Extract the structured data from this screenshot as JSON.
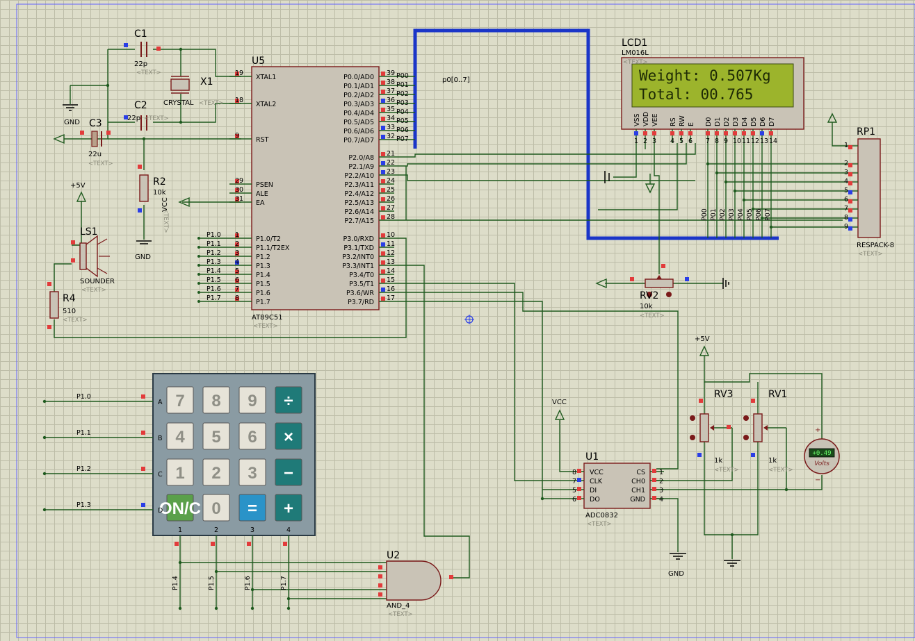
{
  "mcu": {
    "ref": "U5",
    "part": "AT89C51",
    "text": "<TEXT>",
    "left_pins": [
      {
        "name": "XTAL1",
        "num": "19"
      },
      {
        "name": "XTAL2",
        "num": "18"
      },
      {
        "name": "RST",
        "num": "9"
      },
      {
        "name": "PSEN",
        "num": "29"
      },
      {
        "name": "ALE",
        "num": "30"
      },
      {
        "name": "EA",
        "num": "31"
      },
      {
        "name": "P1.0/T2",
        "num": "1"
      },
      {
        "name": "P1.1/T2EX",
        "num": "2"
      },
      {
        "name": "P1.2",
        "num": "3"
      },
      {
        "name": "P1.3",
        "num": "4"
      },
      {
        "name": "P1.4",
        "num": "5"
      },
      {
        "name": "P1.5",
        "num": "6"
      },
      {
        "name": "P1.6",
        "num": "7"
      },
      {
        "name": "P1.7",
        "num": "8"
      }
    ],
    "p0_pins": [
      {
        "name": "P0.0/AD0",
        "num": "39",
        "net": "P00"
      },
      {
        "name": "P0.1/AD1",
        "num": "38",
        "net": "P01"
      },
      {
        "name": "P0.2/AD2",
        "num": "37",
        "net": "P02"
      },
      {
        "name": "P0.3/AD3",
        "num": "36",
        "net": "P03"
      },
      {
        "name": "P0.4/AD4",
        "num": "35",
        "net": "P04"
      },
      {
        "name": "P0.5/AD5",
        "num": "34",
        "net": "P05"
      },
      {
        "name": "P0.6/AD6",
        "num": "33",
        "net": "P06"
      },
      {
        "name": "P0.7/AD7",
        "num": "32",
        "net": "P07"
      }
    ],
    "p2_pins": [
      {
        "name": "P2.0/A8",
        "num": "21"
      },
      {
        "name": "P2.1/A9",
        "num": "22"
      },
      {
        "name": "P2.2/A10",
        "num": "23"
      },
      {
        "name": "P2.3/A11",
        "num": "24"
      },
      {
        "name": "P2.4/A12",
        "num": "25"
      },
      {
        "name": "P2.5/A13",
        "num": "26"
      },
      {
        "name": "P2.6/A14",
        "num": "27"
      },
      {
        "name": "P2.7/A15",
        "num": "28"
      }
    ],
    "p3_pins": [
      {
        "name": "P3.0/RXD",
        "num": "10"
      },
      {
        "name": "P3.1/TXD",
        "num": "11"
      },
      {
        "name": "P3.2/INT0",
        "num": "12"
      },
      {
        "name": "P3.3/INT1",
        "num": "13"
      },
      {
        "name": "P3.4/T0",
        "num": "14"
      },
      {
        "name": "P3.5/T1",
        "num": "15"
      },
      {
        "name": "P3.6/WR",
        "num": "16"
      },
      {
        "name": "P3.7/RD",
        "num": "17"
      }
    ],
    "p1_nets": [
      "P1.0",
      "P1.1",
      "P1.2",
      "P1.3",
      "P1.4",
      "P1.5",
      "P1.6",
      "P1.7"
    ]
  },
  "bus_label": "p0[0..7]",
  "lcd": {
    "ref": "LCD1",
    "part": "LM016L",
    "text": "<TEXT>",
    "line1": "Weight: 0.507Kg",
    "line2": "Total: 00.765",
    "pins": [
      "VSS",
      "VDD",
      "VEE",
      "RS",
      "RW",
      "E",
      "D0",
      "D1",
      "D2",
      "D3",
      "D4",
      "D5",
      "D6",
      "D7"
    ],
    "pin_nums": [
      "1",
      "2",
      "3",
      "4",
      "5",
      "6",
      "7",
      "8",
      "9",
      "10",
      "11",
      "12",
      "13",
      "14"
    ]
  },
  "rp1": {
    "ref": "RP1",
    "part": "RESPACK-8",
    "text": "<TEXT>",
    "pins": [
      "1",
      "2",
      "3",
      "4",
      "5",
      "6",
      "7",
      "8",
      "9"
    ],
    "nets": [
      "P00",
      "P01",
      "P02",
      "P03",
      "P04",
      "P05",
      "P06",
      "P07"
    ]
  },
  "c1": {
    "ref": "C1",
    "val": "22p",
    "text": "<TEXT>"
  },
  "c2": {
    "ref": "C2",
    "val": "22p",
    "text": "<TEXT>"
  },
  "c3": {
    "ref": "C3",
    "val": "22u",
    "text": "<TEXT>"
  },
  "x1": {
    "ref": "X1",
    "val": "CRYSTAL",
    "text": "<TEXT>"
  },
  "r2": {
    "ref": "R2",
    "val": "10k",
    "text": "<TEXT>"
  },
  "r4": {
    "ref": "R4",
    "val": "510",
    "text": "<TEXT>"
  },
  "ls1": {
    "ref": "LS1",
    "val": "SOUNDER",
    "text": "<TEXT>"
  },
  "rv2": {
    "ref": "RV2",
    "val": "10k",
    "text": "<TEXT>"
  },
  "rv3": {
    "ref": "RV3",
    "val": "1k",
    "text": "<TEXT>"
  },
  "rv1": {
    "ref": "RV1",
    "val": "1k",
    "text": "<TEXT>"
  },
  "adc": {
    "ref": "U1",
    "part": "ADC0832",
    "text": "<TEXT>",
    "left_pins": [
      {
        "name": "VCC",
        "num": "8"
      },
      {
        "name": "CLK",
        "num": "7"
      },
      {
        "name": "DI",
        "num": "5"
      },
      {
        "name": "DO",
        "num": "6"
      }
    ],
    "right_pins": [
      {
        "name": "CS",
        "num": "1"
      },
      {
        "name": "CH0",
        "num": "2"
      },
      {
        "name": "CH1",
        "num": "3"
      },
      {
        "name": "GND",
        "num": "4"
      }
    ]
  },
  "and4": {
    "ref": "U2",
    "part": "AND_4",
    "text": "<TEXT>"
  },
  "voltmeter": {
    "value": "+0.49",
    "unit": "Volts",
    "plus": "+",
    "minus": "−"
  },
  "keypad": {
    "rows": [
      "A",
      "B",
      "C",
      "D"
    ],
    "cols": [
      "1",
      "2",
      "3",
      "4"
    ],
    "row_nets": [
      "P1.0",
      "P1.1",
      "P1.2",
      "P1.3"
    ],
    "col_nets": [
      "P1.4",
      "P1.5",
      "P1.6",
      "P1.7"
    ],
    "keys": [
      [
        "7",
        "8",
        "9",
        "÷"
      ],
      [
        "4",
        "5",
        "6",
        "×"
      ],
      [
        "1",
        "2",
        "3",
        "−"
      ],
      [
        "ON/C",
        "0",
        "=",
        "+"
      ]
    ]
  },
  "power": {
    "gnd": "GND",
    "vcc": "VCC",
    "plus5v": "+5V"
  },
  "colors": {
    "wire": "#1e5a1e",
    "bus": "#1a35c8",
    "lcd_bg": "#9cb42c",
    "pin_red": "#e23b3b",
    "pin_blue": "#2a3ee6"
  }
}
